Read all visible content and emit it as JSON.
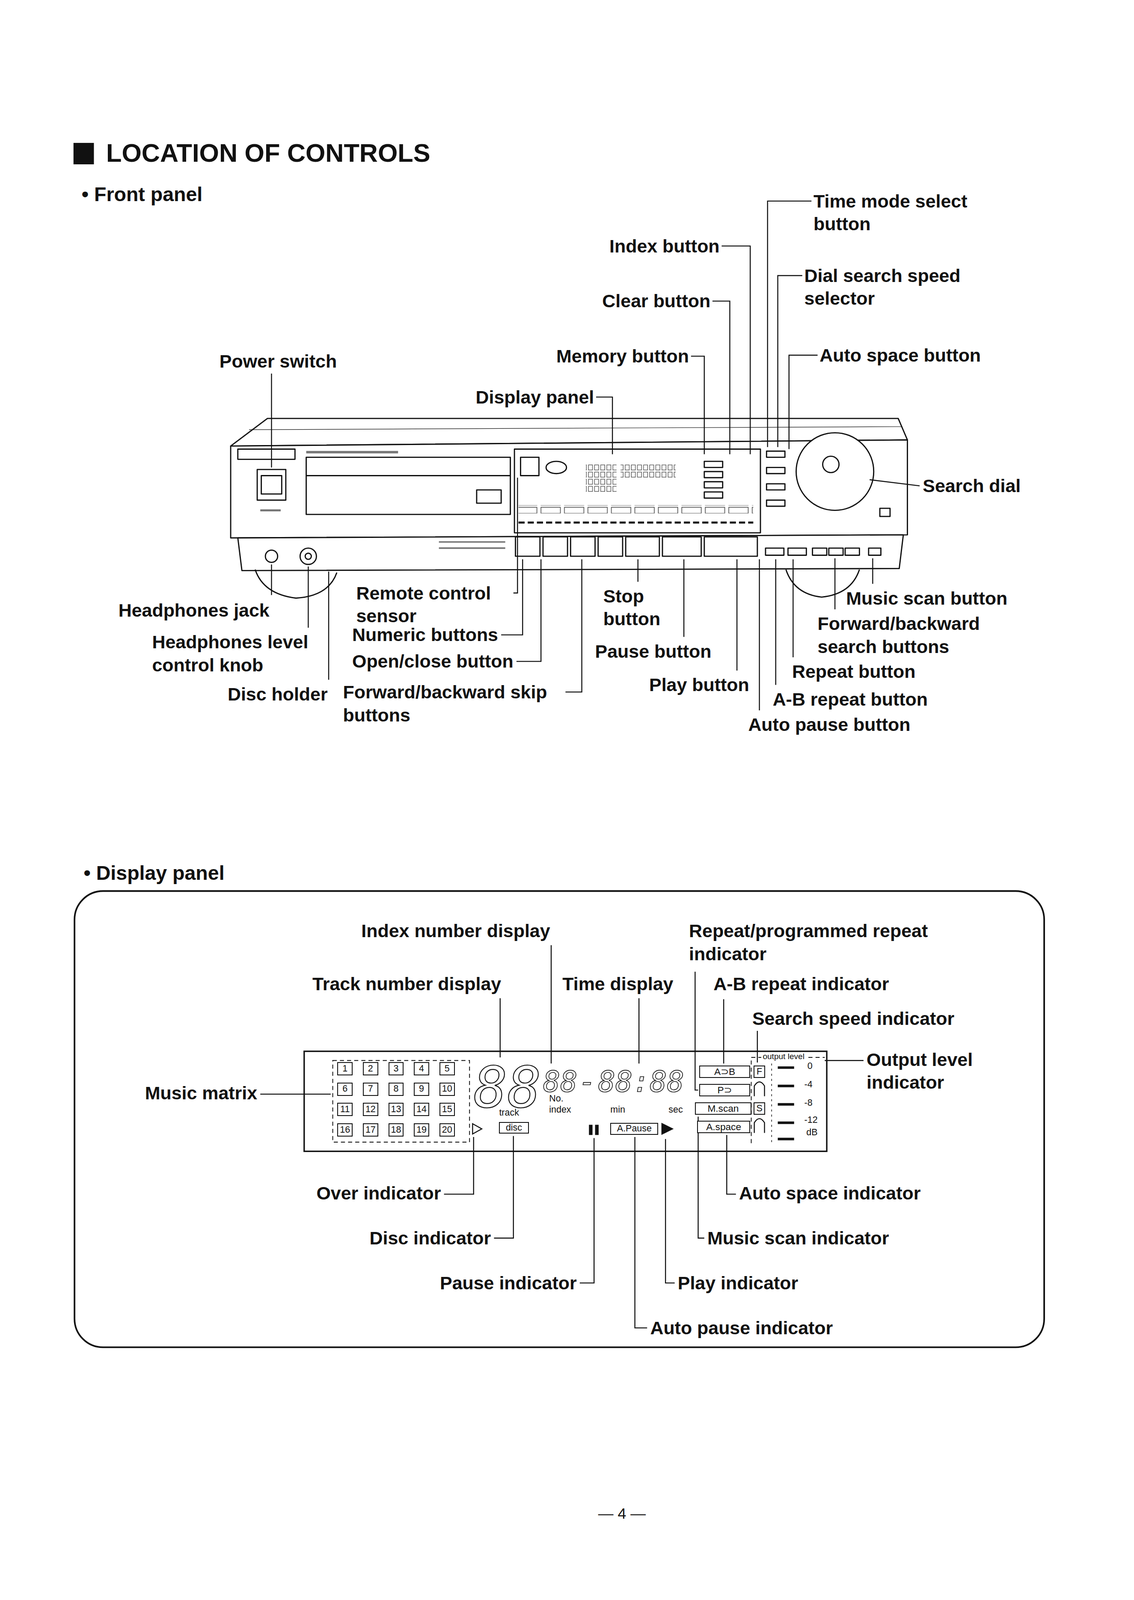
{
  "diagram": {
    "title": "LOCATION OF CONTROLS",
    "nodes": [
      {
        "text": [
          "1"
        ]
      },
      {
        "text": [
          "2"
        ]
      },
      {
        "text": [
          "3"
        ]
      },
      {
        "text": [
          "4"
        ]
      },
      {
        "text": [
          "5"
        ]
      },
      {
        "text": [
          "6"
        ]
      },
      {
        "text": [
          "7"
        ]
      },
      {
        "text": [
          "8"
        ]
      },
      {
        "text": [
          "9"
        ]
      },
      {
        "text": [
          "10"
        ]
      },
      {
        "text": [
          "11"
        ]
      },
      {
        "text": [
          "12"
        ]
      },
      {
        "text": [
          "13"
        ]
      },
      {
        "text": [
          "14"
        ]
      },
      {
        "text": [
          "15"
        ]
      },
      {
        "text": [
          "16"
        ]
      },
      {
        "text": [
          "17"
        ]
      },
      {
        "text": [
          "18"
        ]
      },
      {
        "text": [
          "19"
        ]
      },
      {
        "text": [
          "20"
        ]
      },
      {
        "text": [
          "disc"
        ]
      },
      {
        "text": [
          "A.Pause"
        ]
      },
      {
        "text": [
          "A⊃B"
        ]
      },
      {
        "text": [
          "P⊃"
        ]
      },
      {
        "text": [
          "M.scan"
        ]
      },
      {
        "text": [
          "A.space"
        ]
      },
      {
        "text": [
          "F"
        ]
      },
      {
        "text": [
          "S"
        ]
      }
    ],
    "labels": [
      "• Front panel",
      "Time mode select button",
      "Index button",
      "Dial search speed selector",
      "Clear button",
      "Memory button",
      "Auto space button",
      "Power switch",
      "Display panel",
      "Search dial",
      "Remote control sensor",
      "Headphones jack",
      "Stop button",
      "Music scan button",
      "Numeric buttons",
      "Forward/backward search buttons",
      "Headphones level control knob",
      "Open/close button",
      "Pause button",
      "Repeat button",
      "Play button",
      "Disc holder",
      "Forward/backward skip buttons",
      "A-B repeat button",
      "Auto pause button",
      "• Display panel",
      "Index number display",
      "Repeat/programmed repeat indicator",
      "Track number display",
      "Time display",
      "A-B repeat indicator",
      "Search speed indicator",
      "Output level indicator",
      "Music matrix",
      "Over indicator",
      "Auto space indicator",
      "Disc indicator",
      "Music scan indicator",
      "Pause indicator",
      "Play indicator",
      "Auto pause indicator",
      "88",
      "88",
      "-",
      "88:88",
      "No.",
      "track",
      "index",
      "min",
      "sec",
      "output level",
      "0",
      "-4",
      "-8",
      "-12",
      "dB",
      "— 4 —"
    ]
  }
}
